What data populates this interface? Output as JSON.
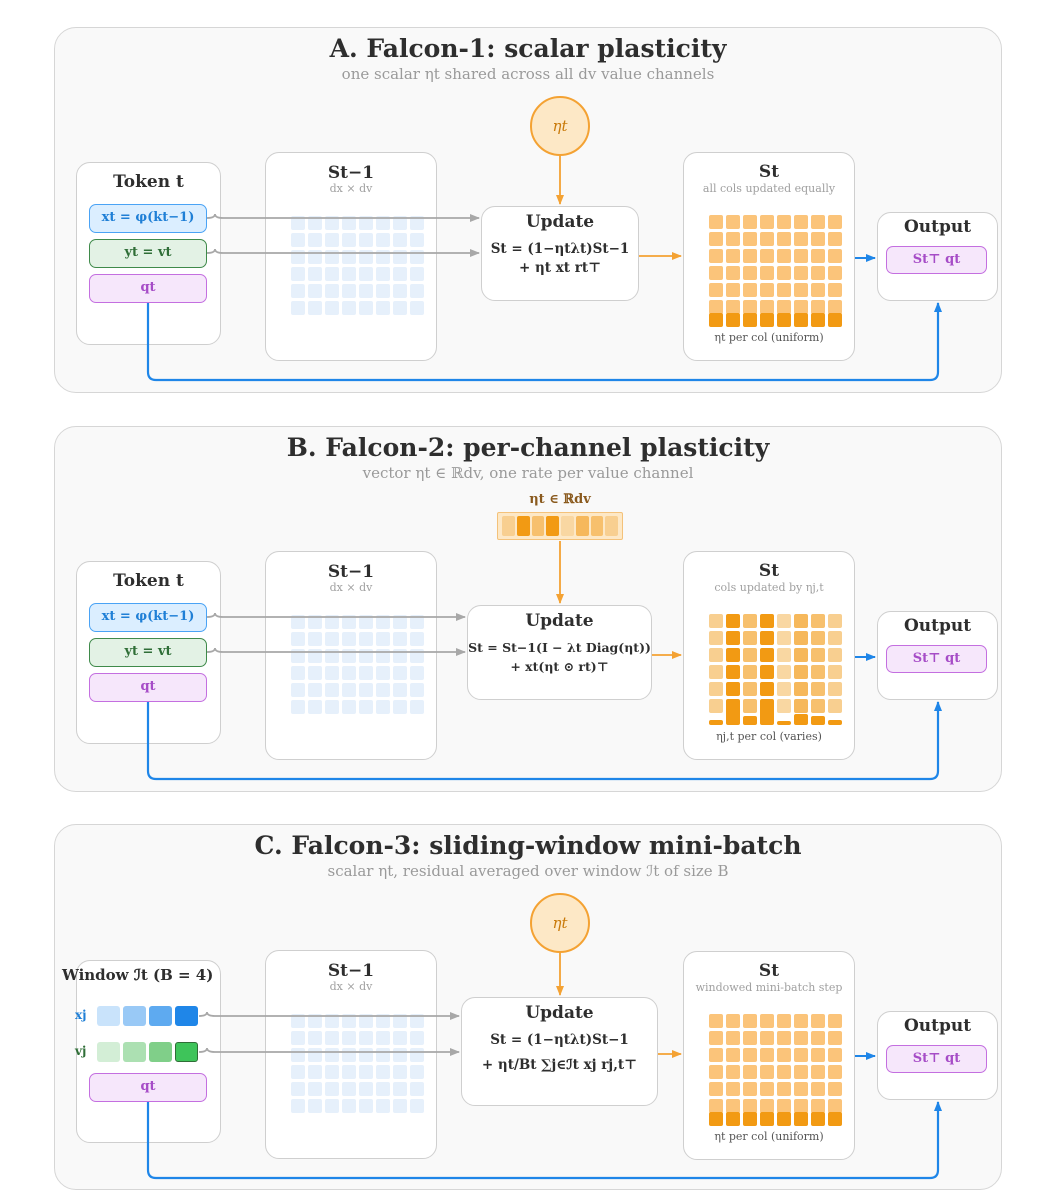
{
  "panelA": {
    "title": "A. Falcon-1: scalar plasticity",
    "subtitle": "one scalar ηt shared across all dv value channels",
    "eta_label": "ηt",
    "token_title": "Token t",
    "x_chip": "xt = φ(kt−1)",
    "y_chip": "yt = vt",
    "q_chip": "qt",
    "sprev_title": "St−1",
    "sprev_dims": "dx × dv",
    "update_title": "Update",
    "update_line1": "St = (1−ηtλt)St−1",
    "update_line2": "+ ηt xt rt⊤",
    "st_title": "St",
    "st_subtitle": "all cols updated equally",
    "st_caption": "ηt per col (uniform)",
    "output_title": "Output",
    "output_chip": "St⊤ qt"
  },
  "panelB": {
    "title": "B. Falcon-2: per-channel plasticity",
    "subtitle": "vector ηt ∈ ℝdv, one rate per value channel",
    "eta_vec_label": "ηt ∈ ℝdv",
    "eta_vec_levels": [
      0.3,
      1.0,
      0.5,
      1.0,
      0.2,
      0.6,
      0.5,
      0.3
    ],
    "token_title": "Token t",
    "x_chip": "xt = φ(kt−1)",
    "y_chip": "yt = vt",
    "q_chip": "qt",
    "sprev_title": "St−1",
    "sprev_dims": "dx × dv",
    "update_title": "Update",
    "update_line1": "St = St−1(I − λt Diag(ηt))",
    "update_line2": "+ xt(ηt ⊙ rt)⊤",
    "st_title": "St",
    "st_subtitle": "cols updated by ηj,t",
    "st_caption": "ηj,t  per col (varies)",
    "output_title": "Output",
    "output_chip": "St⊤ qt"
  },
  "panelC": {
    "title": "C. Falcon-3: sliding-window mini-batch",
    "subtitle": "scalar ηt, residual averaged over window ℐt of size B",
    "eta_label": "ηt",
    "window_title": "Window ℐt (B = 4)",
    "x_row_label": "xj",
    "v_row_label": "vj",
    "q_chip": "qt",
    "sprev_title": "St−1",
    "sprev_dims": "dx × dv",
    "update_title": "Update",
    "update_line1": "St = (1−ηtλt)St−1",
    "update_line2": "+ ηt/Bt ∑j∈ℐt xj rj,t⊤",
    "st_title": "St",
    "st_subtitle": "windowed mini-batch step",
    "st_caption": "ηt per col (uniform)",
    "output_title": "Output",
    "output_chip": "St⊤ qt"
  },
  "colors": {
    "blue": "#1f86e8",
    "gray_arrow": "#a8a8a8",
    "orange": "#f4a233",
    "orange_dark": "#f29a13",
    "orange_cell": "#fbc47a",
    "pale_blue_cell": "#e6f0fb"
  }
}
